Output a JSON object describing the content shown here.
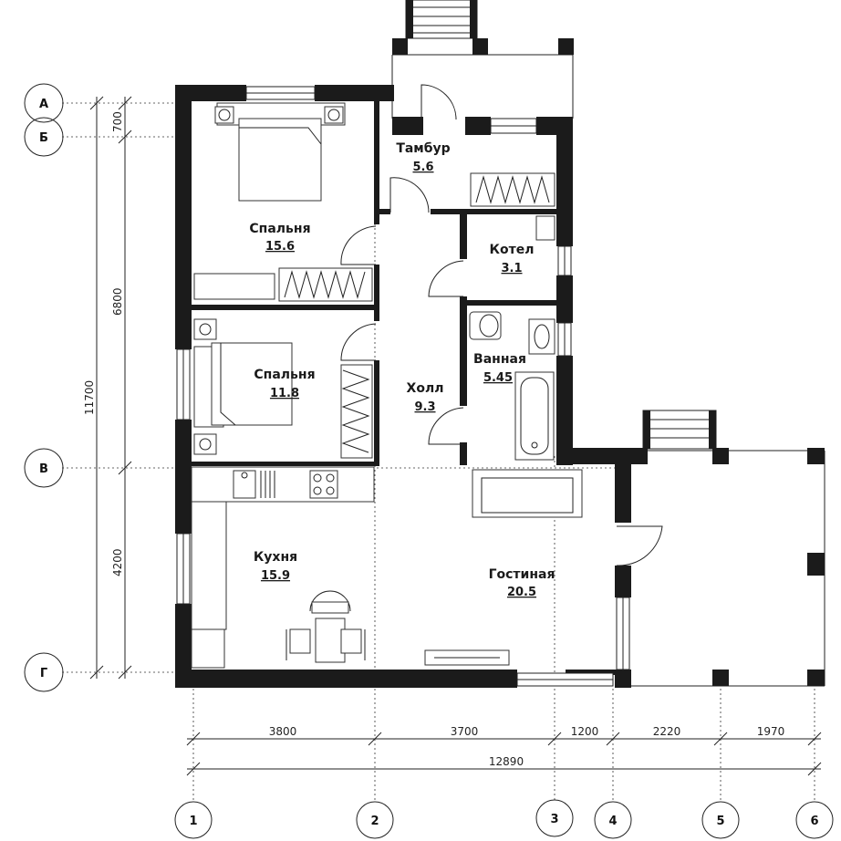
{
  "rooms": [
    {
      "id": "bedroom1",
      "name": "Спальня",
      "area": "15.6"
    },
    {
      "id": "vestibule",
      "name": "Тамбур",
      "area": "5.6"
    },
    {
      "id": "boiler",
      "name": "Котел",
      "area": "3.1"
    },
    {
      "id": "bedroom2",
      "name": "Спальня",
      "area": "11.8"
    },
    {
      "id": "bathroom",
      "name": "Ванная",
      "area": "5.45"
    },
    {
      "id": "hall",
      "name": "Холл",
      "area": "9.3"
    },
    {
      "id": "kitchen",
      "name": "Кухня",
      "area": "15.9"
    },
    {
      "id": "living",
      "name": "Гостиная",
      "area": "20.5"
    }
  ],
  "axes_letters": [
    "А",
    "Б",
    "В",
    "Г"
  ],
  "axes_numbers": [
    "1",
    "2",
    "3",
    "4",
    "5",
    "6"
  ],
  "dims_vertical": {
    "a_b": "700",
    "b_v": "6800",
    "v_g": "4200",
    "total": "11700"
  },
  "dims_horizontal": {
    "s1": "3800",
    "s2": "3700",
    "s3": "1200",
    "s4": "2220",
    "s5": "1970",
    "total": "12890"
  }
}
